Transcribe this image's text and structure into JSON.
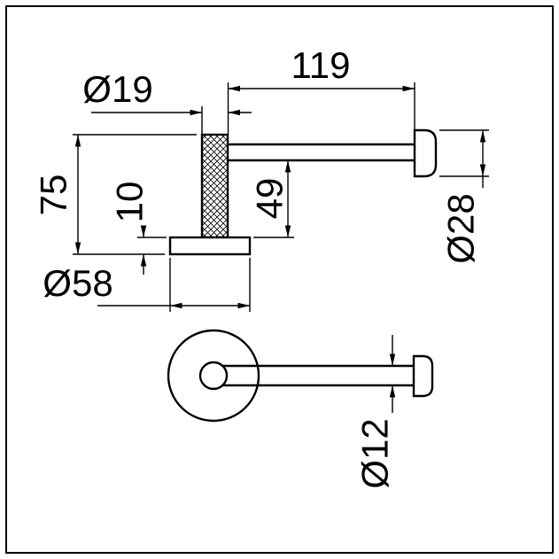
{
  "drawing": {
    "dimensions": {
      "arm_length": "119",
      "post_diameter": "Ø19",
      "overall_height": "75",
      "plate_thickness": "10",
      "arm_offset": "49",
      "plate_diameter": "Ø58",
      "end_cap_diameter": "Ø28",
      "bar_diameter": "Ø12"
    },
    "colors": {
      "line": "#000000",
      "background": "#ffffff"
    }
  }
}
